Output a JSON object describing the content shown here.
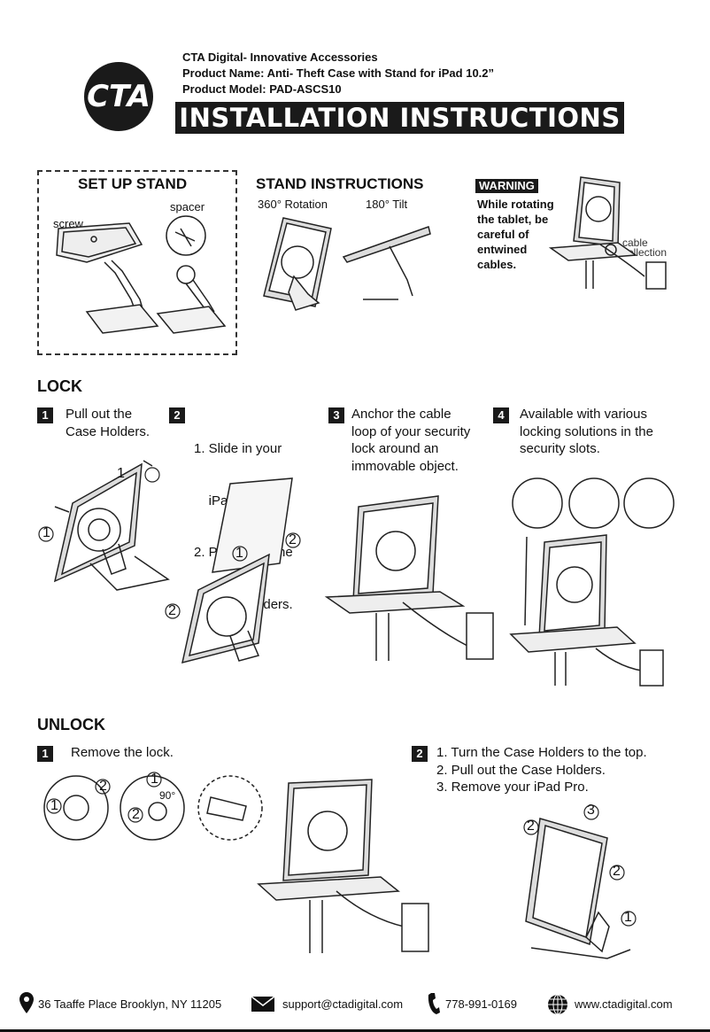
{
  "header": {
    "company": "CTA Digital- Innovative Accessories",
    "product_name": "Product Name: Anti- Theft Case with Stand for iPad 10.2”",
    "product_model": "Product Model: PAD-ASCS10",
    "banner": "INSTALLATION INSTRUCTIONS",
    "logo_text": "CTA"
  },
  "setup": {
    "title": "SET UP STAND",
    "spacer": "spacer",
    "screw": "screw"
  },
  "stand": {
    "title": "STAND INSTRUCTIONS",
    "rotation": "360° Rotation",
    "tilt": "180° Tilt"
  },
  "warning": {
    "badge": "WARNING",
    "lines": [
      "While rotating",
      "the tablet, be",
      "careful of",
      "entwined",
      "cables."
    ],
    "cable_label_1": "cable",
    "cable_label_2": "collection"
  },
  "lock": {
    "title": "LOCK",
    "steps": [
      {
        "num": "1",
        "lines": [
          "Pull out the",
          "Case Holders."
        ]
      },
      {
        "num": "2",
        "lines": [
          "1. Slide in your",
          "    iPad Pro.",
          "2. Push back the",
          "    Case Holders."
        ]
      },
      {
        "num": "3",
        "lines": [
          "Anchor the cable",
          "loop of your security",
          "lock around an",
          "immovable object."
        ]
      },
      {
        "num": "4",
        "lines": [
          "Available with various",
          "locking solutions in the",
          "security slots."
        ]
      }
    ]
  },
  "unlock": {
    "title": "UNLOCK",
    "step1": {
      "num": "1",
      "text": "Remove the lock."
    },
    "step2": {
      "num": "2",
      "lines": [
        "1. Turn the Case Holders to the top.",
        "2. Pull out the Case Holders.",
        "3. Remove your iPad Pro."
      ]
    },
    "angle": "90°"
  },
  "callouts": {
    "one": "1",
    "two": "2",
    "three": "3"
  },
  "footer": {
    "address": "36 Taaffe Place Brooklyn, NY 11205",
    "email": "support@ctadigital.com",
    "phone": "778-991-0169",
    "web": "www.ctadigital.com"
  },
  "icons": [
    "location-pin-icon",
    "envelope-icon",
    "phone-icon",
    "globe-icon"
  ]
}
